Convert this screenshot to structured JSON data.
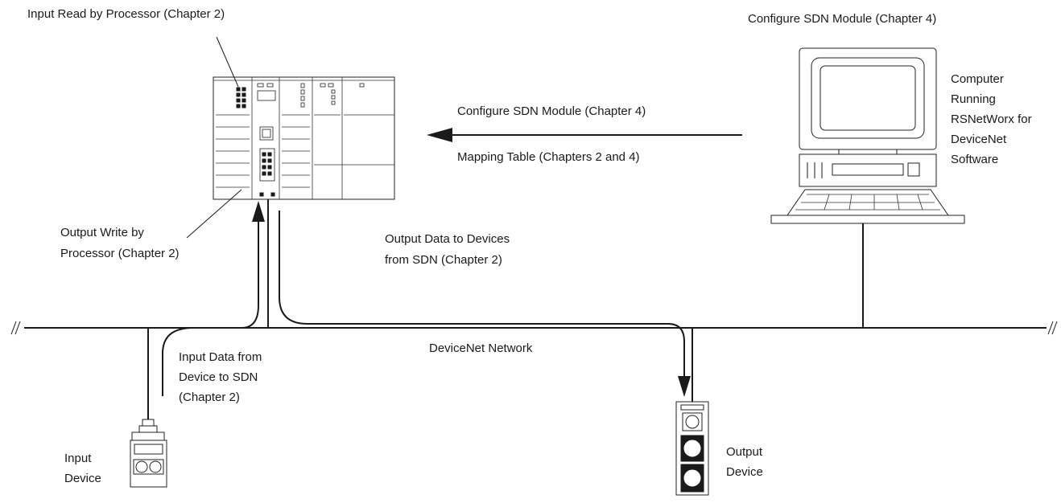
{
  "labels": {
    "input_read": "Input Read by Processor (Chapter 2)",
    "configure_top": "Configure SDN Module (Chapter 4)",
    "computer": [
      "Computer",
      "Running",
      "RSNetWorx for",
      "DeviceNet",
      "Software"
    ],
    "configure_mid": "Configure SDN Module (Chapter 4)",
    "mapping_table": "Mapping Table (Chapters 2 and 4)",
    "output_write": [
      "Output Write by",
      "Processor (Chapter 2)"
    ],
    "output_data": [
      "Output Data to Devices",
      "from SDN (Chapter 2)"
    ],
    "network": "DeviceNet Network",
    "input_data": [
      "Input Data from",
      "Device to SDN",
      "(Chapter 2)"
    ],
    "input_device": [
      "Input",
      "Device"
    ],
    "output_device": [
      "Output",
      "Device"
    ]
  }
}
